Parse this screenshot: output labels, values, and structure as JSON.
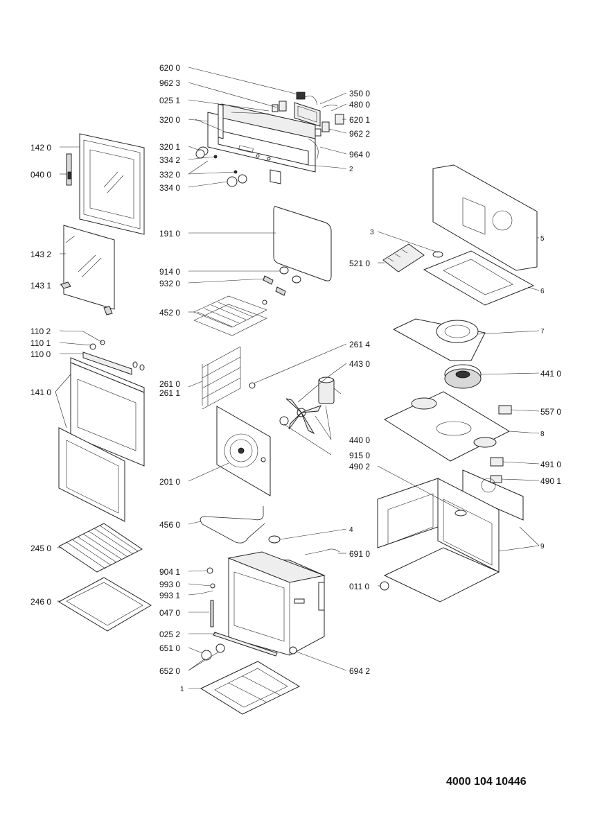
{
  "document_code": "4000 104 10446",
  "labels": {
    "l6200": "620 0",
    "l9623": "962 3",
    "l0251": "025 1",
    "l3200": "320 0",
    "l3201": "320 1",
    "l3342": "334 2",
    "l3320": "332 0",
    "l3340": "334 0",
    "l3500": "350 0",
    "l4800": "480 0",
    "l6201": "620 1",
    "l9622": "962 2",
    "l9640": "964 0",
    "l2": "2",
    "l1420": "142 0",
    "l0400": "040 0",
    "l1432": "143 2",
    "l1431": "143 1",
    "l1102": "110 2",
    "l1101": "110 1",
    "l1100": "110 0",
    "l1410": "141 0",
    "l2450": "245 0",
    "l2460": "246 0",
    "l1910": "191 0",
    "l9140": "914 0",
    "l9320": "932 0",
    "l4520": "452 0",
    "l2610": "261 0",
    "l2611": "261 1",
    "l2614": "261 4",
    "l4430": "443 0",
    "l4400": "440 0",
    "l9150": "915 0",
    "l2010": "201 0",
    "l4560": "456 0",
    "l4": "4",
    "l6910": "691 0",
    "l9041": "904 1",
    "l9930": "993 0",
    "l9931": "993 1",
    "l0470": "047 0",
    "l0252": "025 2",
    "l6510": "651 0",
    "l6520": "652 0",
    "l6942": "694 2",
    "l1": "1",
    "l0110": "011 0",
    "l3": "3",
    "l5": "5",
    "l5210": "521 0",
    "l6": "6",
    "l7": "7",
    "l4410": "441 0",
    "l5570": "557 0",
    "l8": "8",
    "l4910": "491 0",
    "l4902": "490 2",
    "l4901": "490 1",
    "l9": "9"
  }
}
